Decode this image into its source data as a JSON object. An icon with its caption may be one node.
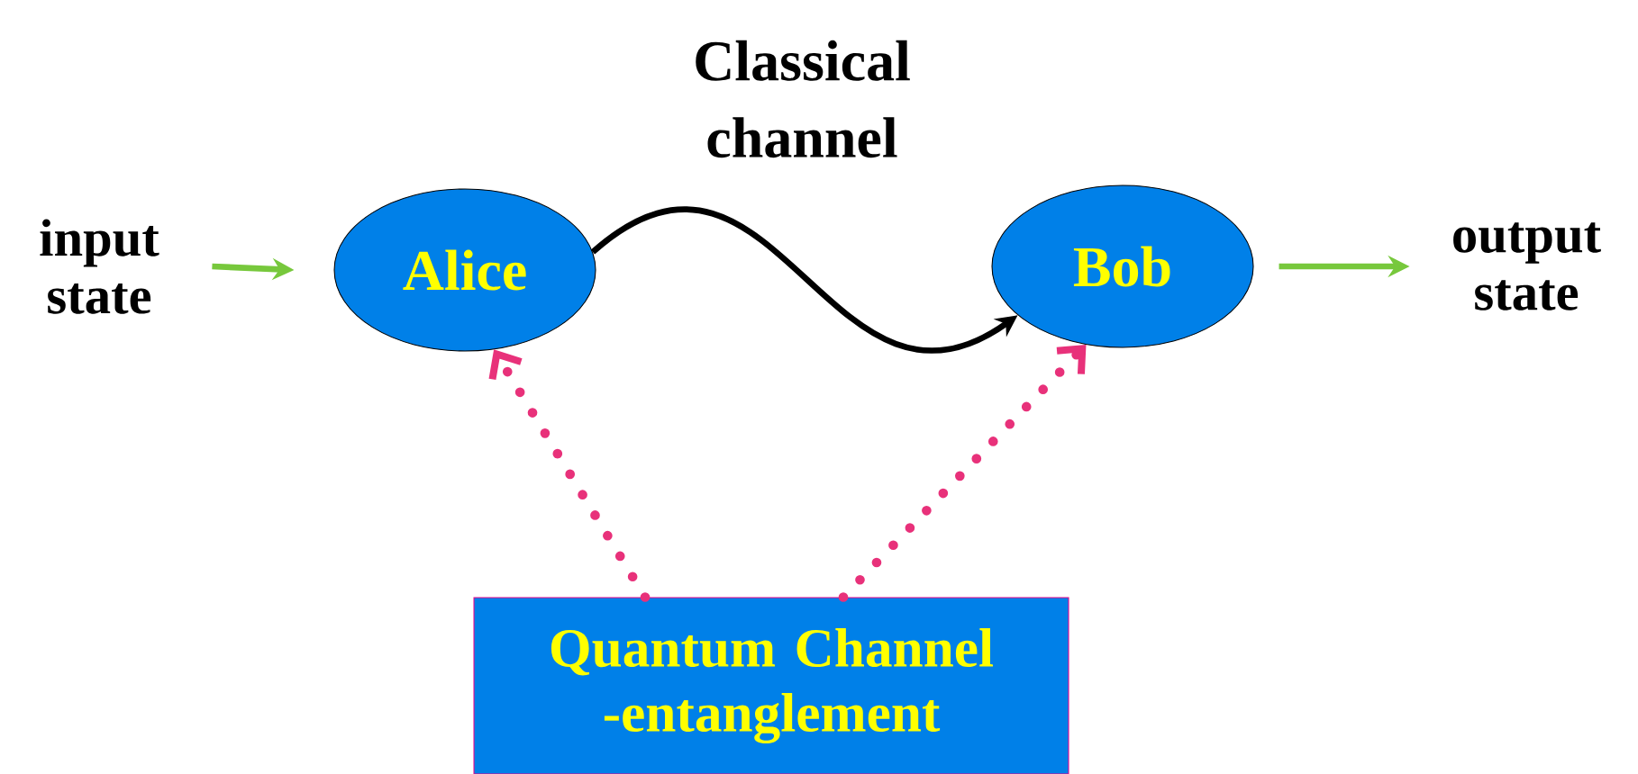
{
  "diagram": {
    "nodes": [
      {
        "text": [
          "input state"
        ]
      },
      {
        "text": [
          "Alice"
        ]
      },
      {
        "text": [
          "Bob"
        ]
      },
      {
        "text": [
          "output state"
        ]
      },
      {
        "text": [
          "Quantum Channel -entanglement"
        ]
      }
    ],
    "edges": [
      {
        "from": 0,
        "to": 1,
        "arrow": "to",
        "color": "#77c83c"
      },
      {
        "from": 1,
        "to": 2,
        "arrow": "to",
        "label": "Classical channel",
        "color": "#000000"
      },
      {
        "from": 2,
        "to": 3,
        "arrow": "to",
        "color": "#77c83c"
      },
      {
        "from": 4,
        "to": 1,
        "arrow": "to",
        "style": "dashed",
        "color": "#e8317a"
      },
      {
        "from": 4,
        "to": 2,
        "arrow": "to",
        "style": "dashed",
        "color": "#e8317a"
      }
    ]
  }
}
